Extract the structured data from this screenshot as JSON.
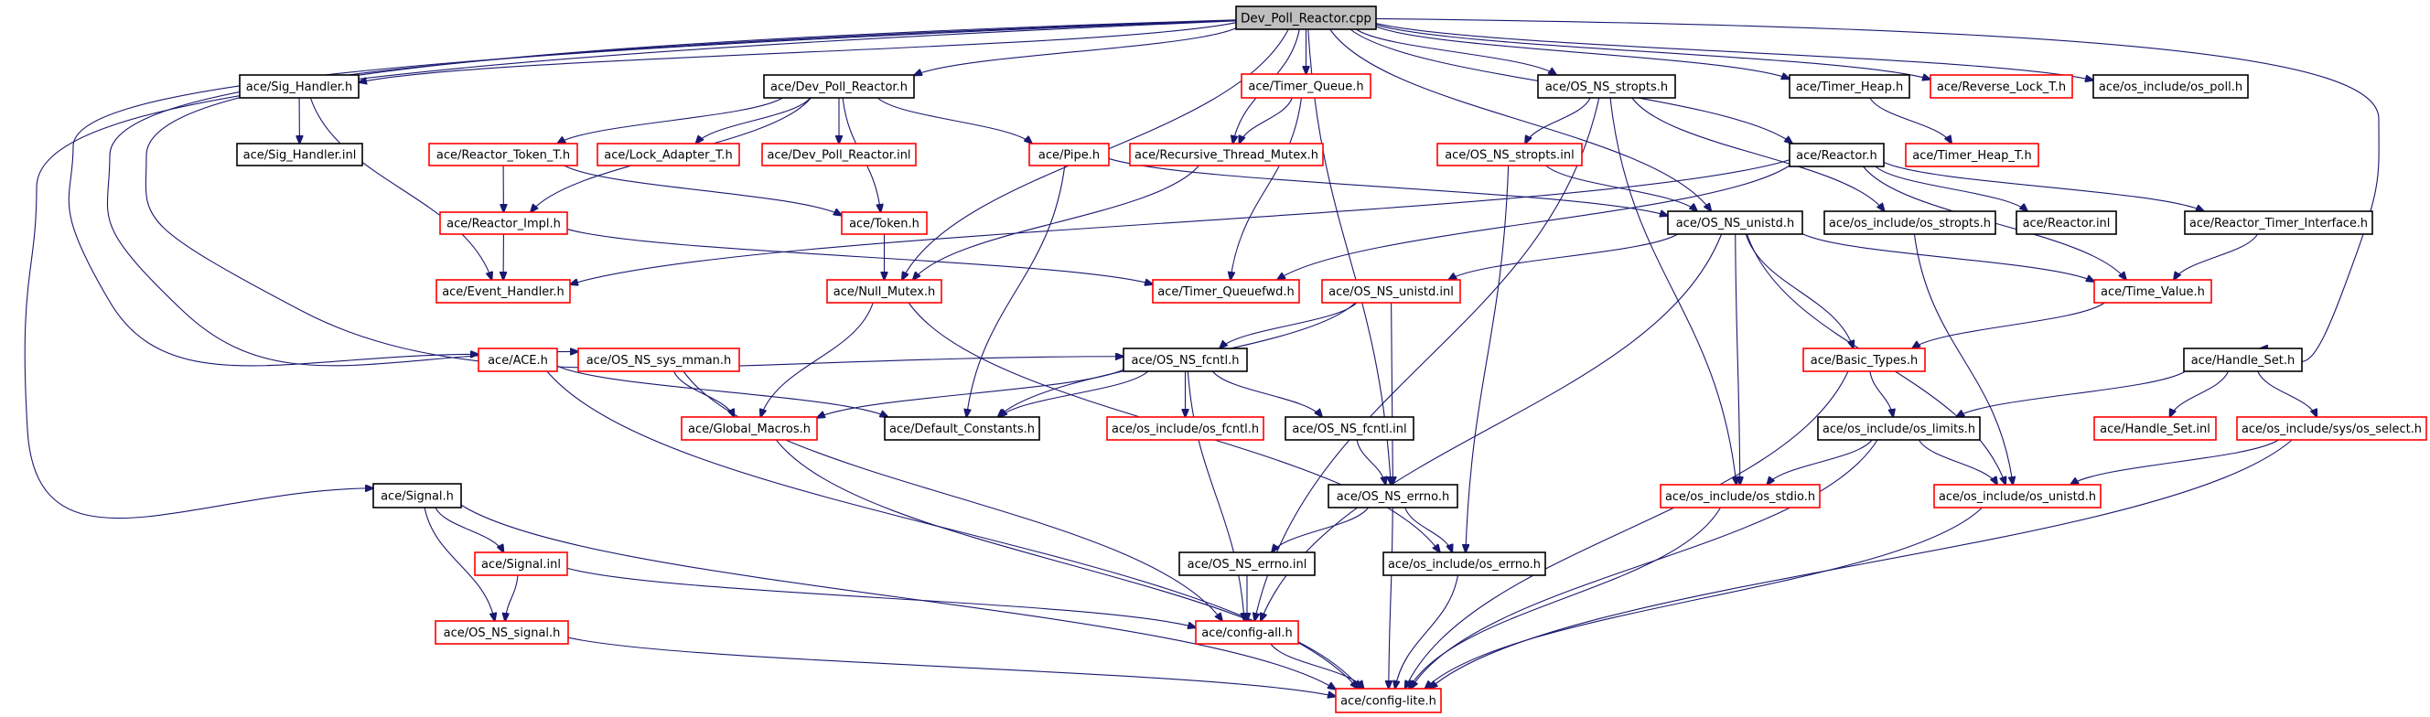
{
  "title": "Dev_Poll_Reactor.cpp",
  "colors": {
    "edge": "#191970",
    "root_fill": "#bfbfbf",
    "documented_border": "#000000",
    "undocumented_border": "#ff0000"
  },
  "nodes": [
    {
      "id": "root",
      "label": "Dev_Poll_Reactor.cpp",
      "style": "root"
    },
    {
      "id": "sig_handler_h",
      "label": "ace/Sig_Handler.h",
      "style": "black"
    },
    {
      "id": "sig_handler_inl",
      "label": "ace/Sig_Handler.inl",
      "style": "black"
    },
    {
      "id": "dev_poll_reactor_h",
      "label": "ace/Dev_Poll_Reactor.h",
      "style": "black"
    },
    {
      "id": "reactor_token_t_h",
      "label": "ace/Reactor_Token_T.h",
      "style": "red"
    },
    {
      "id": "lock_adapter_t_h",
      "label": "ace/Lock_Adapter_T.h",
      "style": "red"
    },
    {
      "id": "dev_poll_reactor_inl",
      "label": "ace/Dev_Poll_Reactor.inl",
      "style": "red"
    },
    {
      "id": "pipe_h",
      "label": "ace/Pipe.h",
      "style": "red"
    },
    {
      "id": "timer_queue_h",
      "label": "ace/Timer_Queue.h",
      "style": "red"
    },
    {
      "id": "recursive_thread_mutex_h",
      "label": "ace/Recursive_Thread_Mutex.h",
      "style": "red"
    },
    {
      "id": "os_ns_stropts_h",
      "label": "ace/OS_NS_stropts.h",
      "style": "black"
    },
    {
      "id": "os_ns_stropts_inl",
      "label": "ace/OS_NS_stropts.inl",
      "style": "red"
    },
    {
      "id": "timer_heap_h",
      "label": "ace/Timer_Heap.h",
      "style": "black"
    },
    {
      "id": "reverse_lock_t_h",
      "label": "ace/Reverse_Lock_T.h",
      "style": "red"
    },
    {
      "id": "os_poll_h",
      "label": "ace/os_include/os_poll.h",
      "style": "black"
    },
    {
      "id": "reactor_h",
      "label": "ace/Reactor.h",
      "style": "black"
    },
    {
      "id": "timer_heap_t_h",
      "label": "ace/Timer_Heap_T.h",
      "style": "red"
    },
    {
      "id": "reactor_impl_h",
      "label": "ace/Reactor_Impl.h",
      "style": "red"
    },
    {
      "id": "token_h",
      "label": "ace/Token.h",
      "style": "red"
    },
    {
      "id": "os_ns_unistd_h",
      "label": "ace/OS_NS_unistd.h",
      "style": "black"
    },
    {
      "id": "os_stropts_h",
      "label": "ace/os_include/os_stropts.h",
      "style": "black"
    },
    {
      "id": "reactor_inl",
      "label": "ace/Reactor.inl",
      "style": "black"
    },
    {
      "id": "reactor_timer_interface_h",
      "label": "ace/Reactor_Timer_Interface.h",
      "style": "black"
    },
    {
      "id": "event_handler_h",
      "label": "ace/Event_Handler.h",
      "style": "red"
    },
    {
      "id": "null_mutex_h",
      "label": "ace/Null_Mutex.h",
      "style": "red"
    },
    {
      "id": "timer_queuefwd_h",
      "label": "ace/Timer_Queuefwd.h",
      "style": "red"
    },
    {
      "id": "os_ns_unistd_inl",
      "label": "ace/OS_NS_unistd.inl",
      "style": "red"
    },
    {
      "id": "time_value_h",
      "label": "ace/Time_Value.h",
      "style": "red"
    },
    {
      "id": "ace_h",
      "label": "ace/ACE.h",
      "style": "red"
    },
    {
      "id": "os_ns_sys_mman_h",
      "label": "ace/OS_NS_sys_mman.h",
      "style": "red"
    },
    {
      "id": "os_ns_fcntl_h",
      "label": "ace/OS_NS_fcntl.h",
      "style": "black"
    },
    {
      "id": "basic_types_h",
      "label": "ace/Basic_Types.h",
      "style": "red"
    },
    {
      "id": "handle_set_h",
      "label": "ace/Handle_Set.h",
      "style": "black"
    },
    {
      "id": "global_macros_h",
      "label": "ace/Global_Macros.h",
      "style": "red"
    },
    {
      "id": "default_constants_h",
      "label": "ace/Default_Constants.h",
      "style": "black"
    },
    {
      "id": "os_fcntl_h",
      "label": "ace/os_include/os_fcntl.h",
      "style": "red"
    },
    {
      "id": "os_ns_fcntl_inl",
      "label": "ace/OS_NS_fcntl.inl",
      "style": "black"
    },
    {
      "id": "os_limits_h",
      "label": "ace/os_include/os_limits.h",
      "style": "black"
    },
    {
      "id": "handle_set_inl",
      "label": "ace/Handle_Set.inl",
      "style": "red"
    },
    {
      "id": "os_select_h",
      "label": "ace/os_include/sys/os_select.h",
      "style": "red"
    },
    {
      "id": "signal_h",
      "label": "ace/Signal.h",
      "style": "black"
    },
    {
      "id": "os_ns_errno_h",
      "label": "ace/OS_NS_errno.h",
      "style": "black"
    },
    {
      "id": "os_stdio_h",
      "label": "ace/os_include/os_stdio.h",
      "style": "red"
    },
    {
      "id": "os_unistd_h",
      "label": "ace/os_include/os_unistd.h",
      "style": "red"
    },
    {
      "id": "signal_inl",
      "label": "ace/Signal.inl",
      "style": "red"
    },
    {
      "id": "os_ns_errno_inl",
      "label": "ace/OS_NS_errno.inl",
      "style": "black"
    },
    {
      "id": "os_errno_h",
      "label": "ace/os_include/os_errno.h",
      "style": "black"
    },
    {
      "id": "os_ns_signal_h",
      "label": "ace/OS_NS_signal.h",
      "style": "red"
    },
    {
      "id": "config_all_h",
      "label": "ace/config-all.h",
      "style": "red"
    },
    {
      "id": "config_lite_h",
      "label": "ace/config-lite.h",
      "style": "red"
    }
  ],
  "edges": [
    [
      "root",
      "sig_handler_h"
    ],
    [
      "root",
      "dev_poll_reactor_h"
    ],
    [
      "root",
      "timer_queue_h"
    ],
    [
      "root",
      "recursive_thread_mutex_h"
    ],
    [
      "root",
      "os_ns_stropts_h"
    ],
    [
      "root",
      "timer_heap_h"
    ],
    [
      "root",
      "reverse_lock_t_h"
    ],
    [
      "root",
      "os_poll_h"
    ],
    [
      "root",
      "reactor_h"
    ],
    [
      "root",
      "os_ns_unistd_h"
    ],
    [
      "root",
      "null_mutex_h"
    ],
    [
      "root",
      "ace_h"
    ],
    [
      "root",
      "os_ns_sys_mman_h"
    ],
    [
      "root",
      "os_ns_fcntl_h"
    ],
    [
      "root",
      "signal_h"
    ],
    [
      "root",
      "handle_set_h"
    ],
    [
      "root",
      "os_ns_errno_h"
    ],
    [
      "sig_handler_h",
      "sig_handler_inl"
    ],
    [
      "sig_handler_h",
      "event_handler_h"
    ],
    [
      "dev_poll_reactor_h",
      "reactor_token_t_h"
    ],
    [
      "dev_poll_reactor_h",
      "lock_adapter_t_h"
    ],
    [
      "dev_poll_reactor_h",
      "dev_poll_reactor_inl"
    ],
    [
      "dev_poll_reactor_h",
      "pipe_h"
    ],
    [
      "dev_poll_reactor_h",
      "token_h"
    ],
    [
      "dev_poll_reactor_h",
      "reactor_impl_h"
    ],
    [
      "reactor_token_t_h",
      "reactor_impl_h"
    ],
    [
      "reactor_token_t_h",
      "token_h"
    ],
    [
      "reactor_impl_h",
      "event_handler_h"
    ],
    [
      "reactor_impl_h",
      "timer_queuefwd_h"
    ],
    [
      "token_h",
      "null_mutex_h"
    ],
    [
      "pipe_h",
      "os_ns_unistd_h"
    ],
    [
      "pipe_h",
      "default_constants_h"
    ],
    [
      "timer_queue_h",
      "recursive_thread_mutex_h"
    ],
    [
      "timer_queue_h",
      "timer_queuefwd_h"
    ],
    [
      "recursive_thread_mutex_h",
      "null_mutex_h"
    ],
    [
      "os_ns_stropts_h",
      "os_ns_stropts_inl"
    ],
    [
      "os_ns_stropts_h",
      "os_stropts_h"
    ],
    [
      "os_ns_stropts_h",
      "os_stdio_h"
    ],
    [
      "os_ns_stropts_h",
      "config_all_h"
    ],
    [
      "os_ns_stropts_inl",
      "os_ns_unistd_h"
    ],
    [
      "os_ns_stropts_inl",
      "os_errno_h"
    ],
    [
      "timer_heap_h",
      "timer_heap_t_h"
    ],
    [
      "reactor_h",
      "event_handler_h"
    ],
    [
      "reactor_h",
      "timer_queuefwd_h"
    ],
    [
      "reactor_h",
      "reactor_inl"
    ],
    [
      "reactor_h",
      "reactor_timer_interface_h"
    ],
    [
      "reactor_h",
      "time_value_h"
    ],
    [
      "reactor_timer_interface_h",
      "time_value_h"
    ],
    [
      "os_ns_unistd_h",
      "os_ns_unistd_inl"
    ],
    [
      "os_ns_unistd_h",
      "time_value_h"
    ],
    [
      "os_ns_unistd_h",
      "basic_types_h"
    ],
    [
      "os_ns_unistd_h",
      "os_stdio_h"
    ],
    [
      "os_ns_unistd_h",
      "os_unistd_h"
    ],
    [
      "os_ns_unistd_h",
      "config_all_h"
    ],
    [
      "os_ns_unistd_inl",
      "os_ns_fcntl_h"
    ],
    [
      "os_ns_unistd_inl",
      "default_constants_h"
    ],
    [
      "os_ns_unistd_inl",
      "os_ns_errno_h"
    ],
    [
      "time_value_h",
      "basic_types_h"
    ],
    [
      "os_stropts_h",
      "os_unistd_h"
    ],
    [
      "null_mutex_h",
      "global_macros_h"
    ],
    [
      "null_mutex_h",
      "os_errno_h"
    ],
    [
      "ace_h",
      "default_constants_h"
    ],
    [
      "ace_h",
      "config_lite_h"
    ],
    [
      "os_ns_sys_mman_h",
      "global_macros_h"
    ],
    [
      "os_ns_sys_mman_h",
      "config_all_h"
    ],
    [
      "os_ns_fcntl_h",
      "global_macros_h"
    ],
    [
      "os_ns_fcntl_h",
      "default_constants_h"
    ],
    [
      "os_ns_fcntl_h",
      "os_fcntl_h"
    ],
    [
      "os_ns_fcntl_h",
      "os_ns_fcntl_inl"
    ],
    [
      "os_ns_fcntl_h",
      "config_all_h"
    ],
    [
      "os_ns_fcntl_inl",
      "os_ns_errno_h"
    ],
    [
      "global_macros_h",
      "config_lite_h"
    ],
    [
      "basic_types_h",
      "os_limits_h"
    ],
    [
      "basic_types_h",
      "config_lite_h"
    ],
    [
      "handle_set_h",
      "os_limits_h"
    ],
    [
      "handle_set_h",
      "handle_set_inl"
    ],
    [
      "handle_set_h",
      "os_select_h"
    ],
    [
      "os_limits_h",
      "os_stdio_h"
    ],
    [
      "os_limits_h",
      "os_unistd_h"
    ],
    [
      "os_limits_h",
      "config_lite_h"
    ],
    [
      "os_select_h",
      "os_unistd_h"
    ],
    [
      "os_select_h",
      "config_lite_h"
    ],
    [
      "os_stdio_h",
      "config_lite_h"
    ],
    [
      "os_unistd_h",
      "config_lite_h"
    ],
    [
      "os_ns_errno_h",
      "os_ns_errno_inl"
    ],
    [
      "os_ns_errno_h",
      "os_errno_h"
    ],
    [
      "os_ns_errno_h",
      "config_lite_h"
    ],
    [
      "os_ns_errno_inl",
      "config_all_h"
    ],
    [
      "os_errno_h",
      "config_lite_h"
    ],
    [
      "signal_h",
      "signal_inl"
    ],
    [
      "signal_h",
      "os_ns_signal_h"
    ],
    [
      "signal_h",
      "config_lite_h"
    ],
    [
      "signal_inl",
      "os_ns_signal_h"
    ],
    [
      "signal_inl",
      "config_all_h"
    ],
    [
      "os_ns_signal_h",
      "config_lite_h"
    ],
    [
      "config_all_h",
      "config_lite_h"
    ]
  ]
}
